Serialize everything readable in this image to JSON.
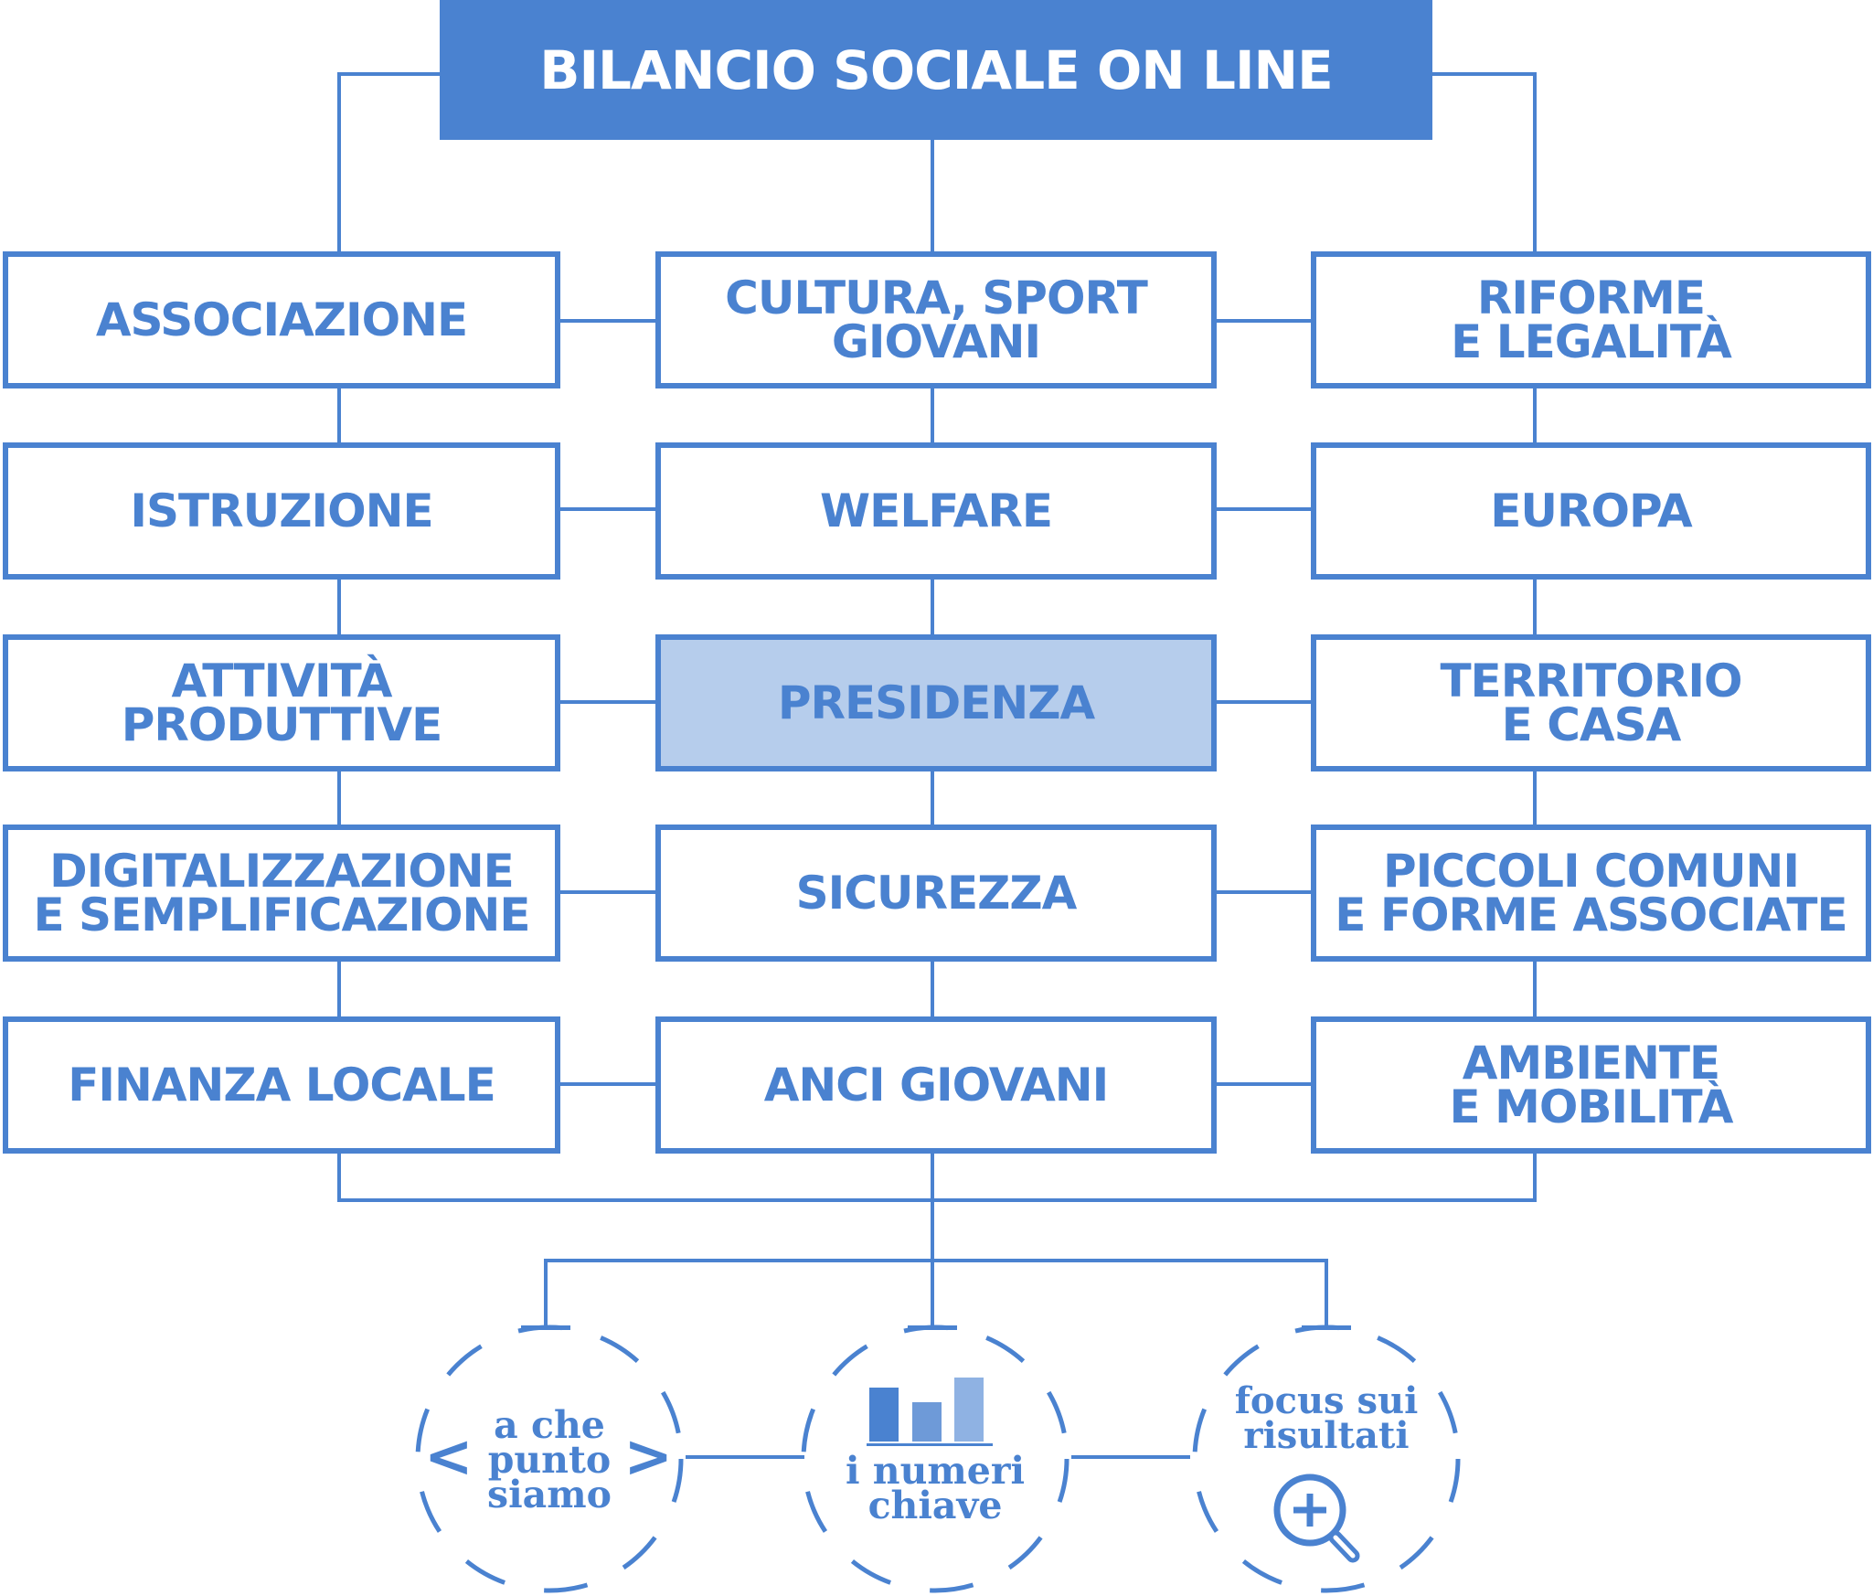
{
  "title": "BILANCIO SOCIALE ON LINE",
  "colors": {
    "primary": "#4a82d0",
    "highlight": "#b6cdec",
    "bar_light": "#8fb2e3",
    "bar_mid": "#6e9ad8"
  },
  "columns": [
    [
      "ASSOCIAZIONE",
      "ISTRUZIONE",
      "ATTIVITÀ\nPRODUTTIVE",
      "DIGITALIZZAZIONE\nE SEMPLIFICAZIONE",
      "FINANZA LOCALE"
    ],
    [
      "CULTURA, SPORT\nGIOVANI",
      "WELFARE",
      "PRESIDENZA",
      "SICUREZZA",
      "ANCI GIOVANI"
    ],
    [
      "RIFORME\nE LEGALITÀ",
      "EUROPA",
      "TERRITORIO\nE CASA",
      "PICCOLI COMUNI\nE FORME ASSOCIATE",
      "AMBIENTE\nE MOBILITÀ"
    ]
  ],
  "highlighted": "PRESIDENZA",
  "bottom": {
    "a_che_punto": "a che\npunto\nsiamo",
    "numeri_chiave": "i numeri\nchiave",
    "focus": "focus sui\nrisultati",
    "icons": [
      "chevrons-icon",
      "bar-chart-icon",
      "magnifier-plus-icon"
    ]
  }
}
